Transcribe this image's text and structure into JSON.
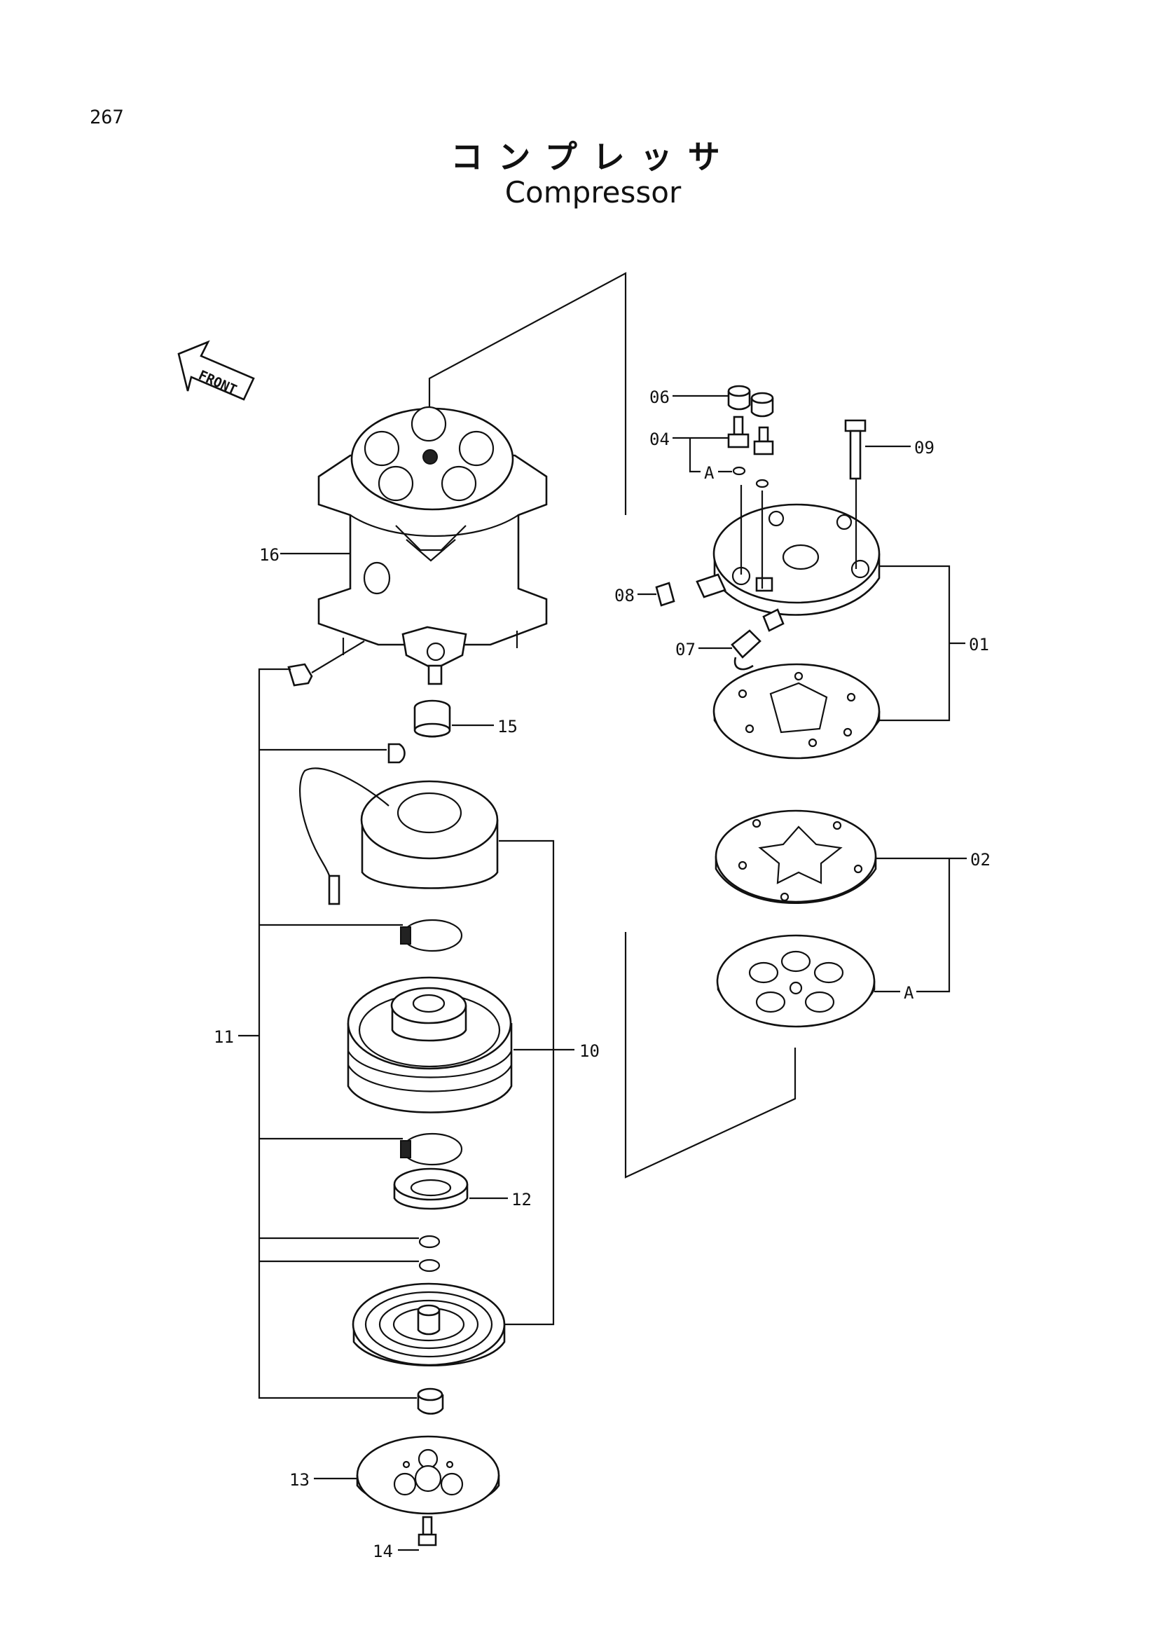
{
  "page_number": "267",
  "title_jp": "コンプレッサ",
  "title_en": "Compressor",
  "front_label": "FRONT",
  "callouts": {
    "c01": "01",
    "c02": "02",
    "c04": "04",
    "c06": "06",
    "c07": "07",
    "c08": "08",
    "c09": "09",
    "c10": "10",
    "c11": "11",
    "c12": "12",
    "c13": "13",
    "c14": "14",
    "c15": "15",
    "c16": "16",
    "ref_a_top": "A",
    "ref_a_right": "A"
  }
}
